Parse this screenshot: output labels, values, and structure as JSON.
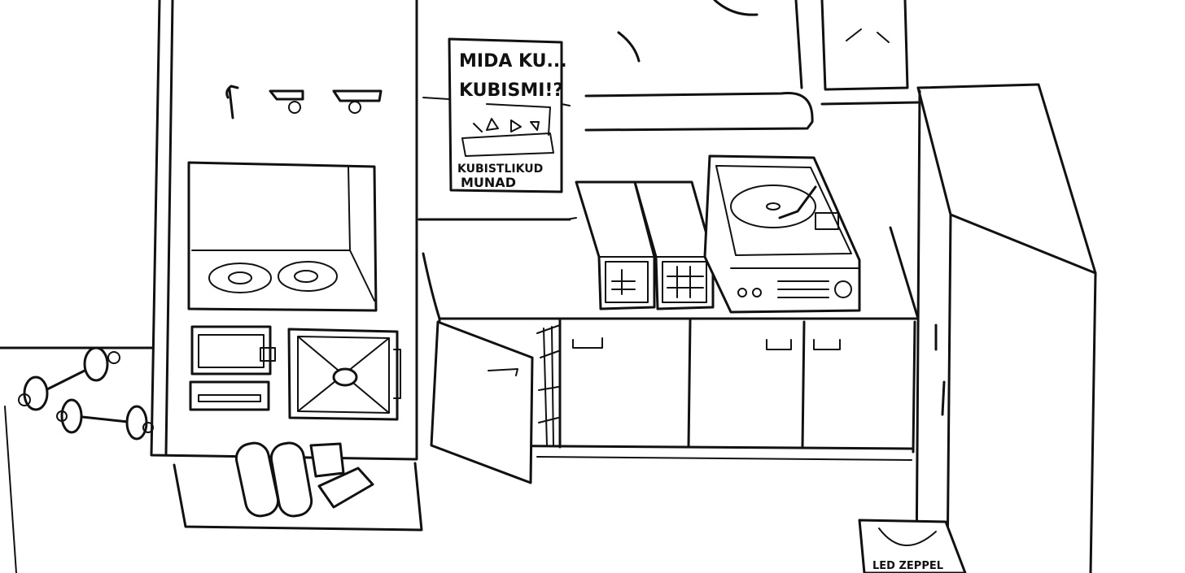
{
  "poster": {
    "line1": "MIDA KU...",
    "line2": "KUBISMI!?",
    "line3": "KUBISTLIKUD",
    "line4": "MUNAD"
  },
  "record_sleeve": {
    "label": "LED ZEPPEL"
  },
  "colors": {
    "ink": "#111111",
    "paper": "#ffffff"
  }
}
